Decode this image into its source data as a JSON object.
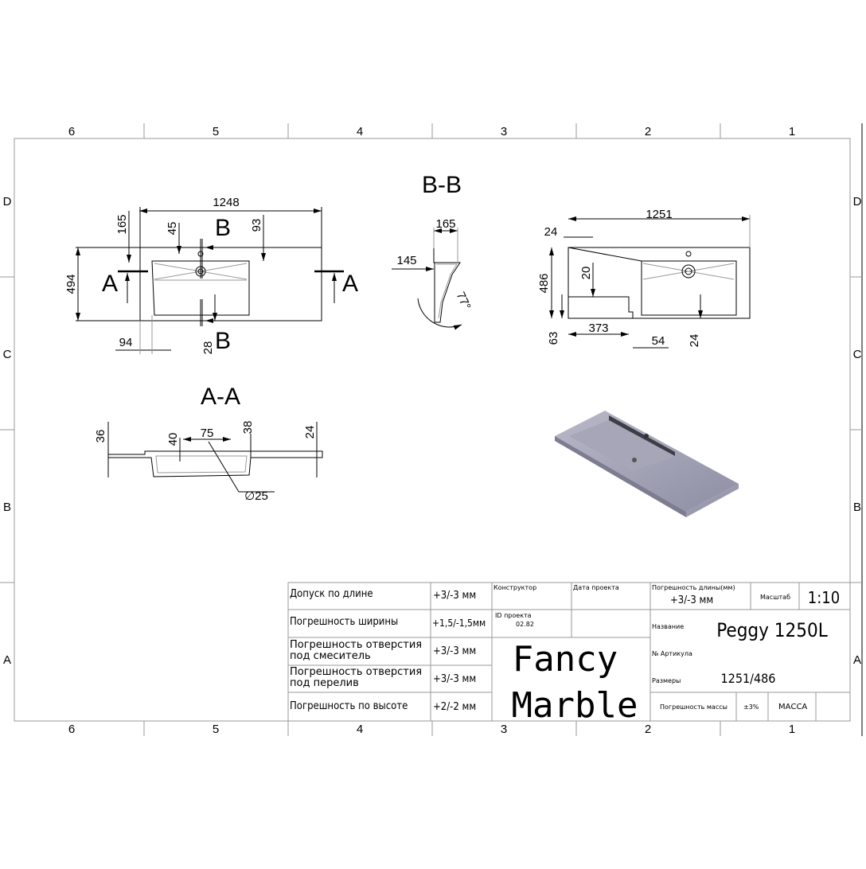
{
  "zones": {
    "cols": [
      "6",
      "5",
      "4",
      "3",
      "2",
      "1"
    ],
    "rows": [
      "D",
      "C",
      "B",
      "A"
    ]
  },
  "views": {
    "top": {
      "width": "1248",
      "depth": "494",
      "d165": "165",
      "d45": "45",
      "d93": "93",
      "d94": "94",
      "d28": "28",
      "sec_a": "A",
      "sec_b": "B"
    },
    "bb": {
      "title": "B-B",
      "d165": "165",
      "d145": "145",
      "angle": "77°"
    },
    "side": {
      "width": "1251",
      "d24a": "24",
      "d486": "486",
      "d20": "20",
      "d63": "63",
      "d373": "373",
      "d54": "54",
      "d24b": "24"
    },
    "aa": {
      "title": "A-A",
      "d36": "36",
      "d40": "40",
      "d75": "75",
      "d38": "38",
      "d24": "24",
      "dia": "∅25"
    }
  },
  "title_block": {
    "rows": [
      {
        "label": "Допуск по длине",
        "value": "+3/-3 мм"
      },
      {
        "label": "Погрешность ширины",
        "value": "+1,5/-1,5мм"
      },
      {
        "label": "Погрешность отверстия под смеситель",
        "value": "+3/-3 мм"
      },
      {
        "label": "Погрешность отверстия под перелив",
        "value": "+3/-3 мм"
      },
      {
        "label": "Погрешность по высоте",
        "value": "+2/-2 мм"
      }
    ],
    "designer_label": "Конструктор",
    "date_label": "Дата проекта",
    "project_id_label": "ID проекта",
    "project_id": "02.82",
    "logo_line1": "Fancy",
    "logo_line2": "Marble",
    "length_tol_label": "Погрешность длины(мм)",
    "length_tol": "+3/-3 мм",
    "scale_label": "Масштаб",
    "scale": "1:10",
    "name_label": "Название",
    "name": "Peggy 1250L",
    "article_label": "№ Артикула",
    "size_label": "Размеры",
    "size": "1251/486",
    "mass_tol_label": "Погрешность массы",
    "mass_tol": "±3%",
    "mass_label": "МАССА"
  }
}
